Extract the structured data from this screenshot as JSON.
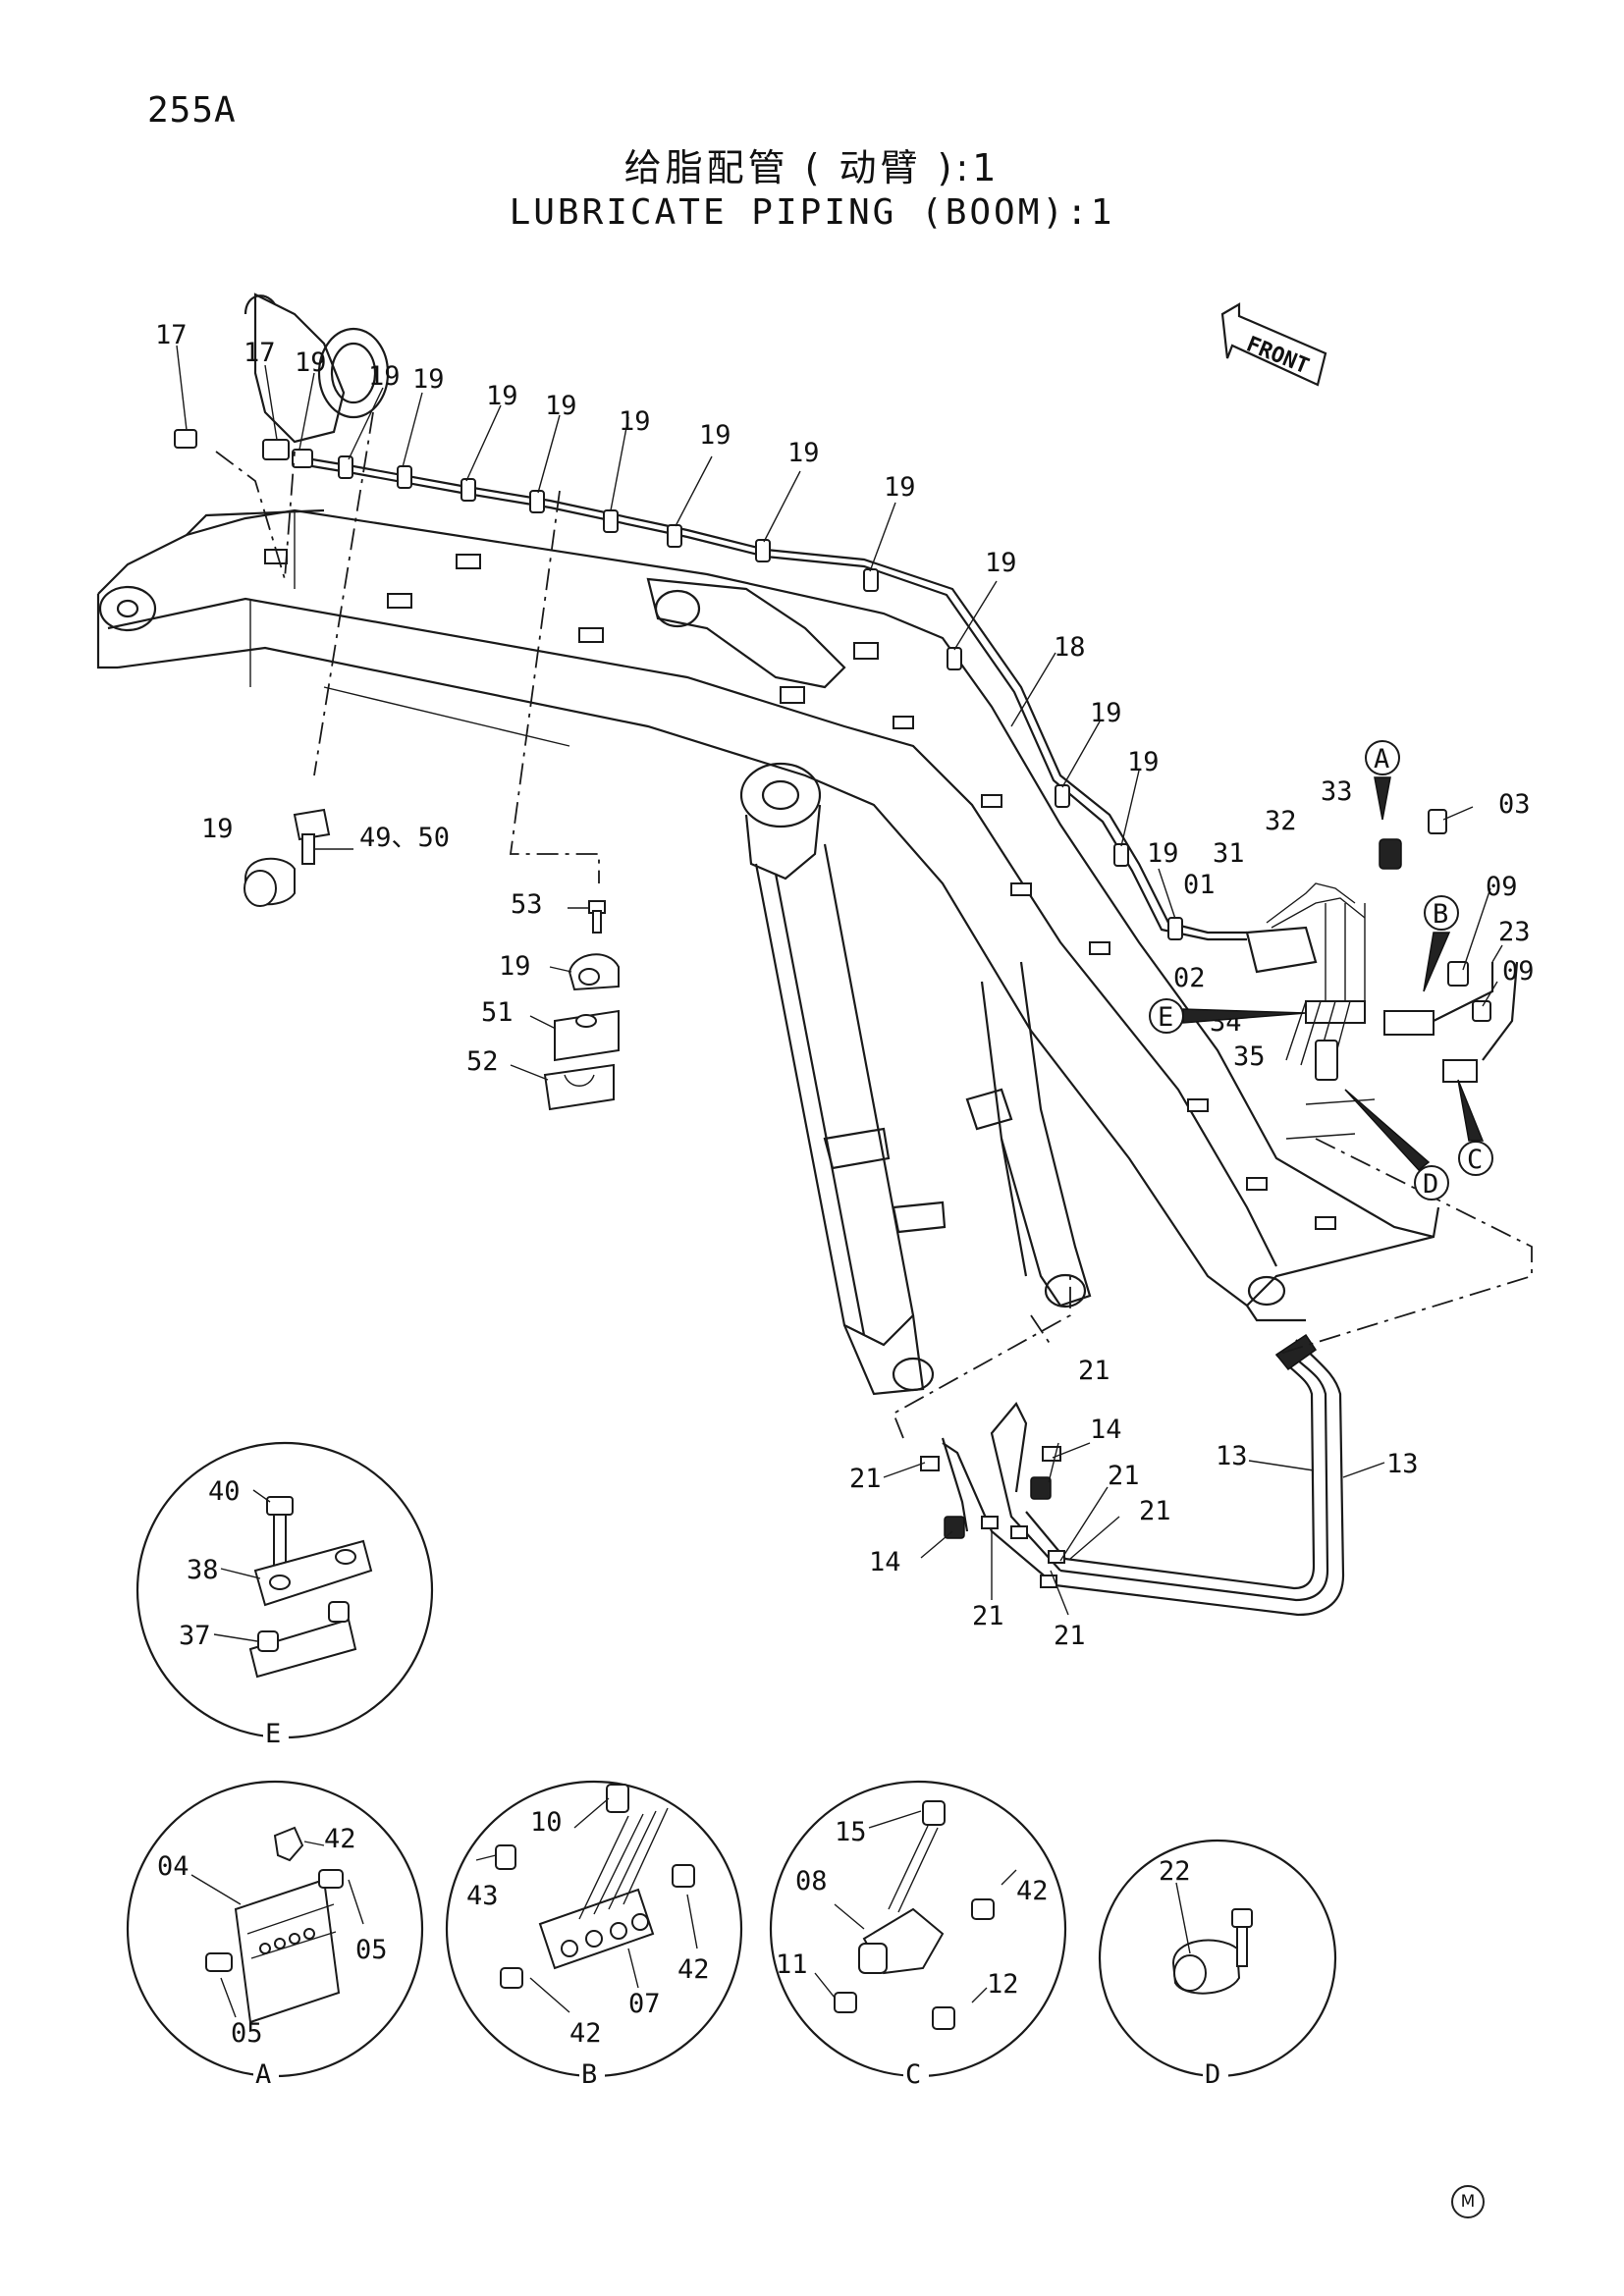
{
  "page_number": "255A",
  "title_zh": "给脂配管 ( 动臂 ):1",
  "title_en": "LUBRICATE PIPING (BOOM):1",
  "front_label": "FRONT",
  "callouts": {
    "c17a": "17",
    "c17b": "17",
    "c19a": "19",
    "c19b": "19",
    "c19c": "19",
    "c19d": "19",
    "c19e": "19",
    "c19f": "19",
    "c19g": "19",
    "c19h": "19",
    "c19i": "19",
    "c19j": "19",
    "c19k": "19",
    "c19l": "19",
    "c19m": "19",
    "c19n": "19",
    "c19o": "19",
    "c18": "18",
    "c49": "49、50",
    "c53": "53",
    "c51": "51",
    "c52": "52",
    "c33": "33",
    "c32": "32",
    "c31": "31",
    "c01": "01",
    "c02": "02",
    "c34": "34",
    "c35": "35",
    "c03": "03",
    "c09a": "09",
    "c09b": "09",
    "c23": "23",
    "c21a": "21",
    "c21b": "21",
    "c21c": "21",
    "c21d": "21",
    "c21e": "21",
    "c21f": "21",
    "c14a": "14",
    "c14b": "14",
    "c13a": "13",
    "c13b": "13"
  },
  "view_markers": {
    "A": "A",
    "B": "B",
    "C": "C",
    "D": "D",
    "E": "E"
  },
  "details": {
    "E": {
      "label": "E",
      "parts": [
        "40",
        "38",
        "37"
      ]
    },
    "A": {
      "label": "A",
      "parts": [
        "42",
        "04",
        "05",
        "05"
      ]
    },
    "B": {
      "label": "B",
      "parts": [
        "10",
        "43",
        "42",
        "42",
        "07"
      ]
    },
    "C": {
      "label": "C",
      "parts": [
        "15",
        "08",
        "42",
        "11",
        "12"
      ]
    },
    "D": {
      "label": "D",
      "parts": [
        "22"
      ]
    }
  },
  "copyright_mark": "M"
}
